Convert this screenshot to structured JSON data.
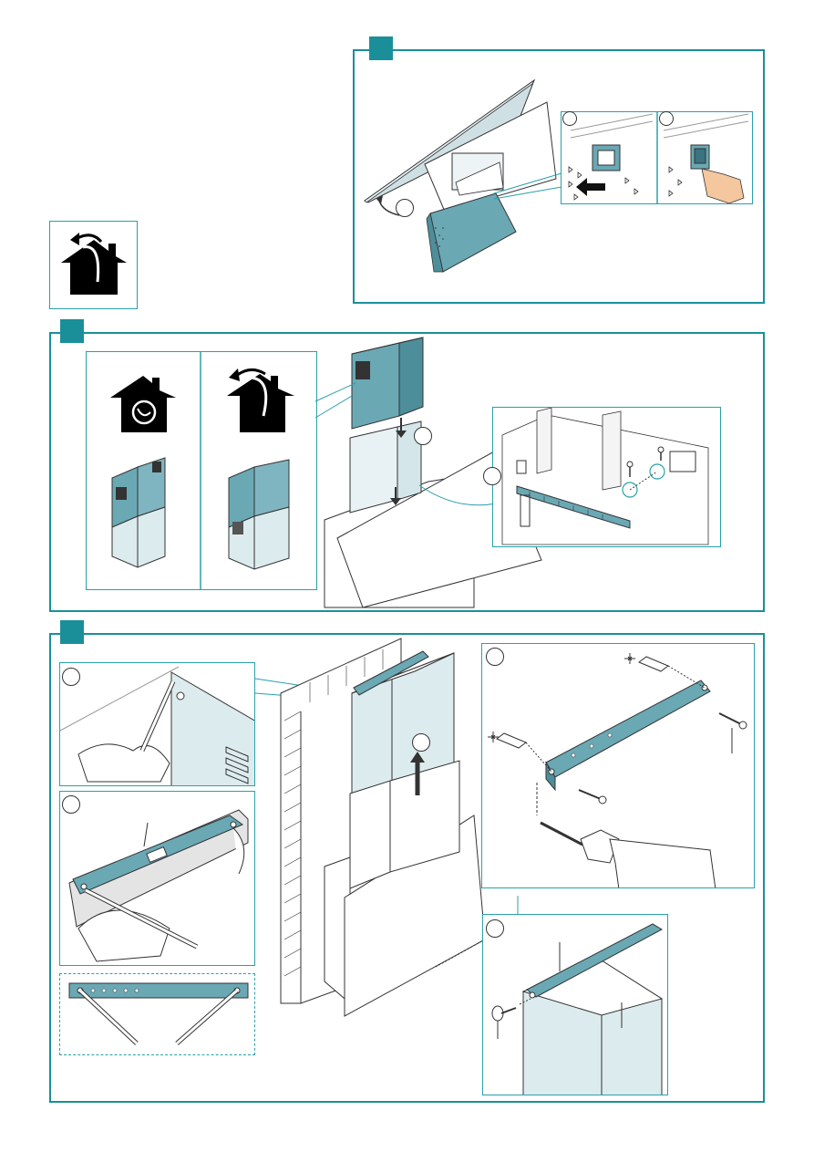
{
  "page": {
    "background": "#ffffff"
  },
  "colors": {
    "accent": "#1a8f9a",
    "part_fill": "#6aa8b4",
    "light_fill": "#dcebee",
    "line": "#333333"
  },
  "steps": [
    {
      "id": "step-top",
      "tab_label": "",
      "icon": "square-step-marker"
    },
    {
      "id": "step-middle",
      "tab_label": "",
      "icon": "square-step-marker"
    },
    {
      "id": "step-bottom",
      "tab_label": "",
      "icon": "square-step-marker"
    }
  ],
  "icons": {
    "recirculation": "house-recirculation-icon",
    "exhaust": "house-exhaust-icon"
  }
}
